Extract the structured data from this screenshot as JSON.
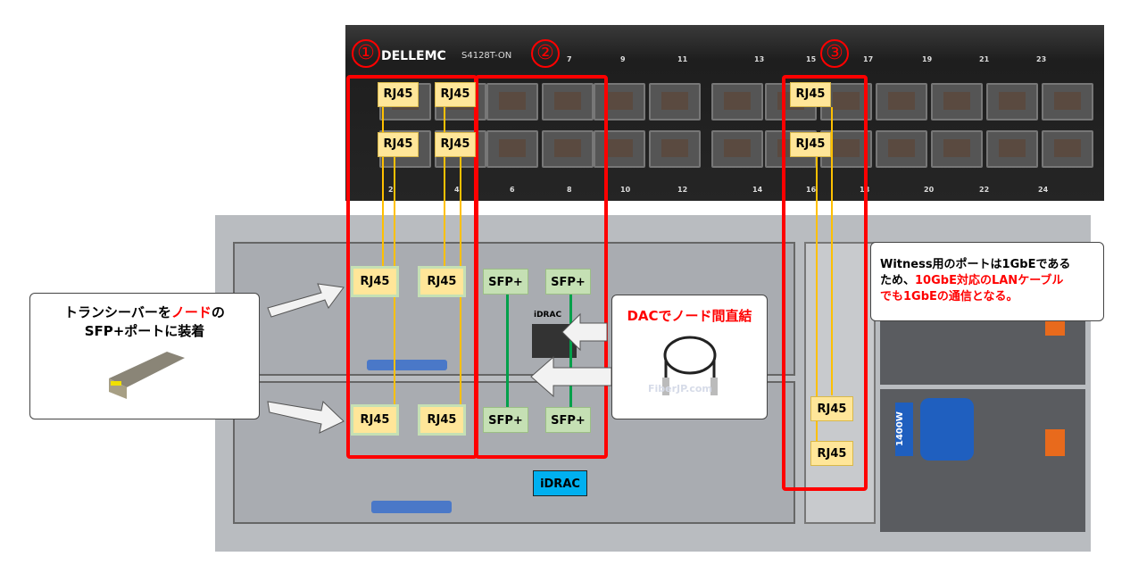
{
  "switch": {
    "brand": "DELLEMC",
    "model": "S4128T-ON",
    "top_port_numbers": [
      "7",
      "9",
      "11",
      "13",
      "15",
      "17",
      "19",
      "21",
      "23"
    ],
    "bottom_port_numbers": [
      "2",
      "4",
      "6",
      "8",
      "10",
      "12",
      "14",
      "16",
      "18",
      "20",
      "22",
      "24"
    ]
  },
  "groups": [
    "①",
    "②",
    "③"
  ],
  "labels": {
    "rj45": "RJ45",
    "sfp": "SFP+",
    "idrac": "iDRAC",
    "idrac_small": "iDRAC",
    "psu": "1400W"
  },
  "callouts": {
    "transceiver": {
      "line1_a": "トランシーバーを",
      "line1_b": "ノード",
      "line1_c": "の",
      "line2": "SFP+ポートに装着"
    },
    "dac": {
      "title": "DACでノード間直結",
      "watermark": "FiberJP.com"
    },
    "witness": {
      "line1": "Witness用のポートは1GbEである",
      "line2_a": "ため、",
      "line2_b": "10GbE対応のLANケーブル",
      "line3": "でも1GbEの通信となる。"
    }
  },
  "colors": {
    "red": "#ff0000",
    "rj45": "#ffe699",
    "sfp": "#c5e0b4",
    "idrac": "#00b0f0",
    "line_yellow": "#ffc000",
    "line_green": "#00a04a"
  }
}
